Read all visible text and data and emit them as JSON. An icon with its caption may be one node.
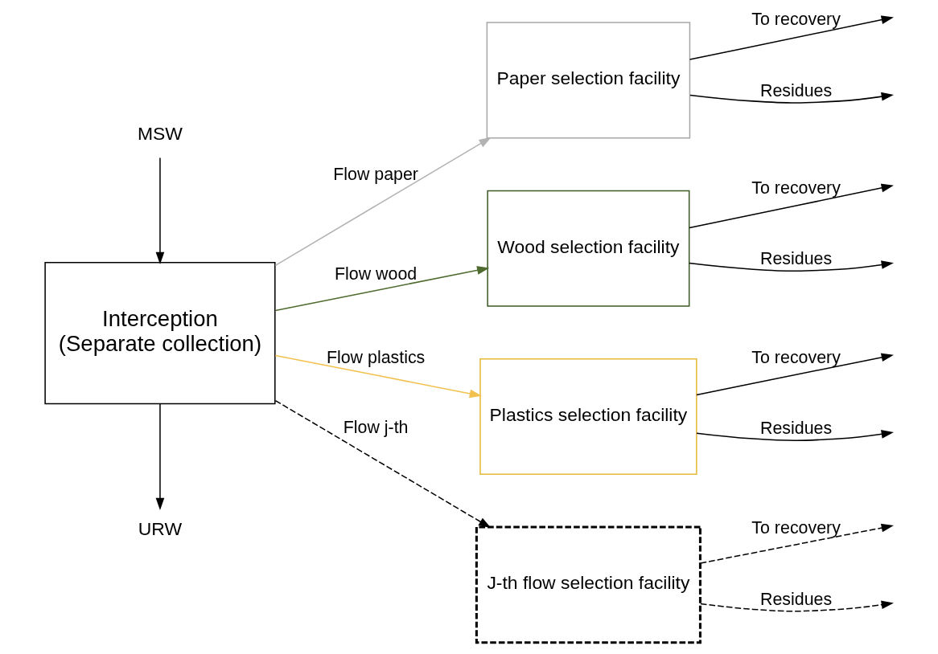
{
  "diagram": {
    "nodes": [
      {
        "text": [
          "MSW"
        ]
      },
      {
        "text": [
          "Interception",
          "(Separate collection)"
        ]
      },
      {
        "text": [
          "URW"
        ]
      },
      {
        "text": [
          "Paper selection facility"
        ]
      },
      {
        "text": [
          "Wood selection facility"
        ]
      },
      {
        "text": [
          "Plastics selection facility"
        ]
      },
      {
        "text": [
          "J-th flow selection facility"
        ]
      }
    ],
    "edges": [
      {
        "from": 0,
        "to": 1,
        "arrow": "to"
      },
      {
        "from": 1,
        "to": 2,
        "arrow": "to"
      },
      {
        "from": 1,
        "to": 3,
        "arrow": "to",
        "label": "Flow paper",
        "color": "#b3b3b3"
      },
      {
        "from": 1,
        "to": 4,
        "arrow": "to",
        "label": "Flow wood",
        "color": "#4f6b2f"
      },
      {
        "from": 1,
        "to": 5,
        "arrow": "to",
        "label": "Flow plastics",
        "color": "#f2c14e"
      },
      {
        "from": 1,
        "to": 6,
        "arrow": "to",
        "label": "Flow j-th",
        "style": "dashed"
      },
      {
        "from": 3,
        "to": null,
        "arrow": "to",
        "label": "To recovery"
      },
      {
        "from": 3,
        "to": null,
        "arrow": "to",
        "label": "Residues"
      },
      {
        "from": 4,
        "to": null,
        "arrow": "to",
        "label": "To recovery"
      },
      {
        "from": 4,
        "to": null,
        "arrow": "to",
        "label": "Residues"
      },
      {
        "from": 5,
        "to": null,
        "arrow": "to",
        "label": "To recovery"
      },
      {
        "from": 5,
        "to": null,
        "arrow": "to",
        "label": "Residues"
      },
      {
        "from": 6,
        "to": null,
        "arrow": "to",
        "label": "To recovery",
        "style": "dashed"
      },
      {
        "from": 6,
        "to": null,
        "arrow": "to",
        "label": "Residues",
        "style": "dashed"
      }
    ]
  }
}
